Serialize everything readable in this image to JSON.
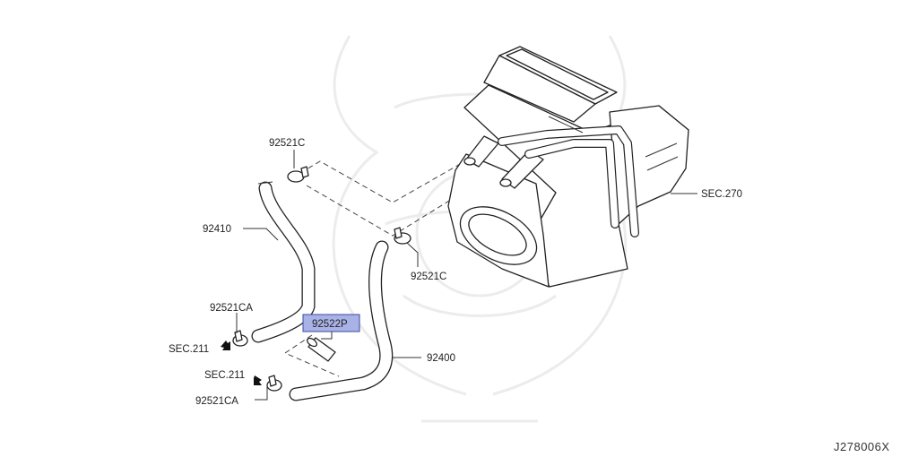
{
  "labels": {
    "clamp_upper_1": "92521C",
    "hose_upper": "92410",
    "clamp_upper_2": "92521C",
    "clamp_lower_1": "92521CA",
    "connector_selected": "92522P",
    "sec_211_upper": "SEC.211",
    "sec_211_lower": "SEC.211",
    "clamp_lower_2": "92521CA",
    "hose_lower": "92400",
    "sec_270": "SEC.270"
  },
  "diagram_code": "J278006X",
  "colors": {
    "highlight_fill": "#a9b2e6",
    "highlight_border": "#3b4aa0",
    "line": "#222222",
    "watermark": "#ececec"
  }
}
